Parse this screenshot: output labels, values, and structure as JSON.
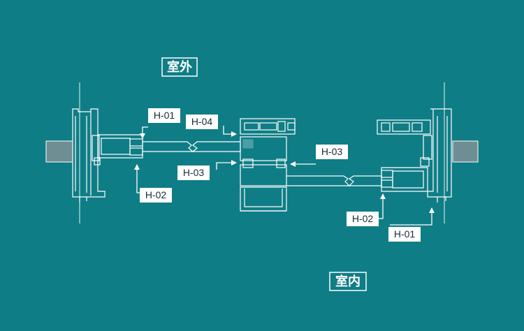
{
  "zones": {
    "outdoor": "室外",
    "indoor": "室内"
  },
  "labels": {
    "h01_left": "H-01",
    "h04": "H-04",
    "h03_right": "H-03",
    "h03_left": "H-03",
    "h02_left": "H-02",
    "h02_right": "H-02",
    "h01_right": "H-01"
  },
  "colors": {
    "background": "#0f7d86",
    "line": "#ffffff",
    "label_box": "#ffffff",
    "label_text": "#1b2a33"
  }
}
